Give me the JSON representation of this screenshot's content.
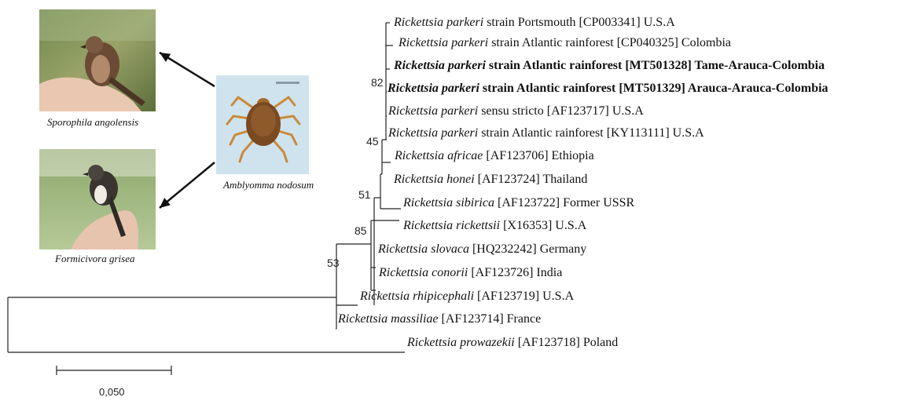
{
  "photos": {
    "bird_top": {
      "caption": "Sporophila angolensis",
      "icon": "bird-photo"
    },
    "bird_bottom": {
      "caption": "Formicivora grisea",
      "icon": "bird-photo"
    },
    "tick": {
      "caption": "Amblyomma nodosum",
      "icon": "tick-photo"
    }
  },
  "tree": {
    "taxa": [
      {
        "species": "Rickettsia parkeri",
        "rest": " strain Portsmouth  [CP003341] U.S.A",
        "bold": false
      },
      {
        "species": "Rickettsia parkeri",
        "rest": " strain Atlantic rainforest [CP040325] Colombia",
        "bold": false
      },
      {
        "species": "Rickettsia parkeri",
        "rest": " strain Atlantic rainforest [MT501328] Tame-Arauca-Colombia",
        "bold": true
      },
      {
        "species": "Rickettsia parkeri",
        "rest": " strain Atlantic rainforest [MT501329] Arauca-Arauca-Colombia",
        "bold": true
      },
      {
        "species": "Rickettsia parkeri",
        "rest": " sensu stricto [AF123717] U.S.A",
        "bold": false
      },
      {
        "species": "Rickettsia parkeri",
        "rest": " strain Atlantic rainforest [KY113111] U.S.A",
        "bold": false
      },
      {
        "species": "Rickettsia africae",
        "rest": " [AF123706] Ethiopia",
        "bold": false
      },
      {
        "species": "Rickettsia honei",
        "rest": " [AF123724] Thailand",
        "bold": false
      },
      {
        "species": "Rickettsia sibirica",
        "rest": " [AF123722] Former USSR",
        "bold": false
      },
      {
        "species": "Rickettsia rickettsii",
        "rest": " [X16353] U.S.A",
        "bold": false
      },
      {
        "species": "Rickettsia slovaca",
        "rest": " [HQ232242] Germany",
        "bold": false
      },
      {
        "species": "Rickettsia conorii",
        "rest": " [AF123726] India",
        "bold": false
      },
      {
        "species": "Rickettsia rhipicephali",
        "rest": " [AF123719] U.S.A",
        "bold": false
      },
      {
        "species": "Rickettsia massiliae",
        "rest": " [AF123714] France",
        "bold": false
      },
      {
        "species": "Rickettsia prowazekii",
        "rest": " [AF123718] Poland",
        "bold": false
      }
    ],
    "bootstrap": [
      "82",
      "45",
      "51",
      "85",
      "53"
    ],
    "scale_bar": {
      "label": "0,050",
      "value": 0.05
    }
  },
  "colors": {
    "line": "#222222",
    "arrow": "#111111"
  }
}
